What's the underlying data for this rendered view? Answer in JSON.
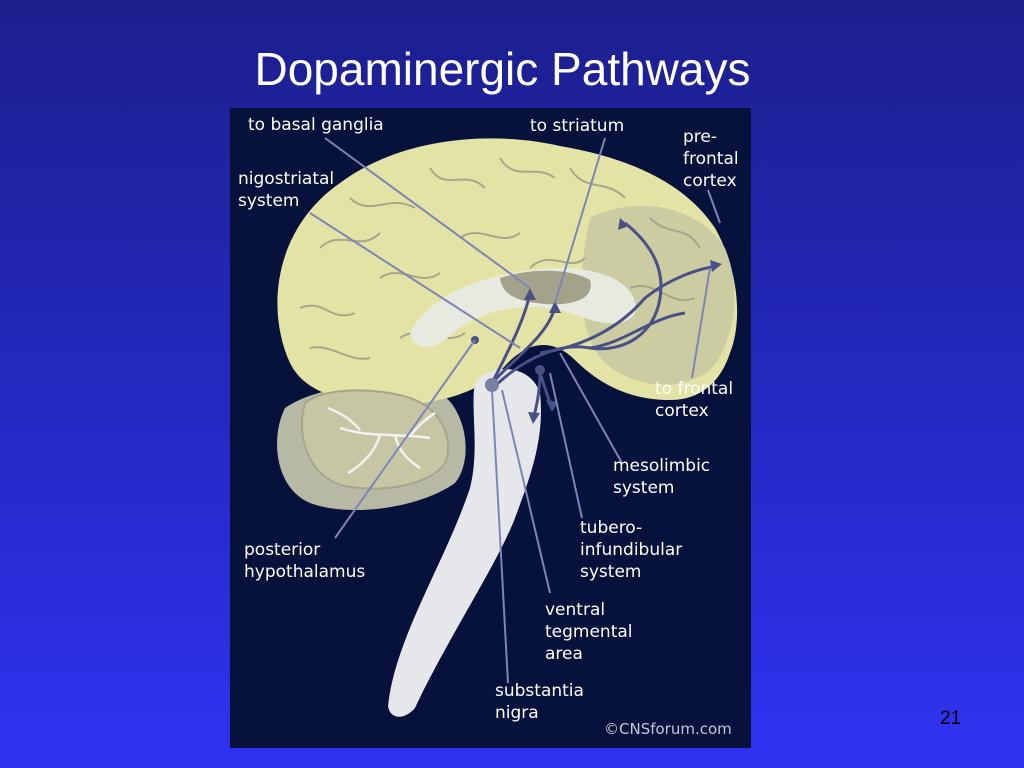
{
  "slide": {
    "title": "Dopaminergic Pathways",
    "page_number": "21"
  },
  "diagram": {
    "labels": {
      "basal_ganglia": "to basal ganglia",
      "striatum": "to striatum",
      "prefrontal": "pre-\nfrontal\ncortex",
      "nigostriatal": "nigostriatal\nsystem",
      "frontal_cortex": "to frontal\ncortex",
      "mesolimbic": "mesolimbic\nsystem",
      "tuberoinfundibular": "tubero-\ninfundibular\nsystem",
      "posterior_hypothalamus": "posterior\nhypothalamus",
      "ventral_tegmental": "ventral\ntegmental\narea",
      "substantia_nigra": "substantia\nnigra"
    },
    "copyright": "©CNSforum.com",
    "colors": {
      "background": "#06123c",
      "cortex": "#e4e3a6",
      "pathway": "#4a4f86"
    }
  }
}
